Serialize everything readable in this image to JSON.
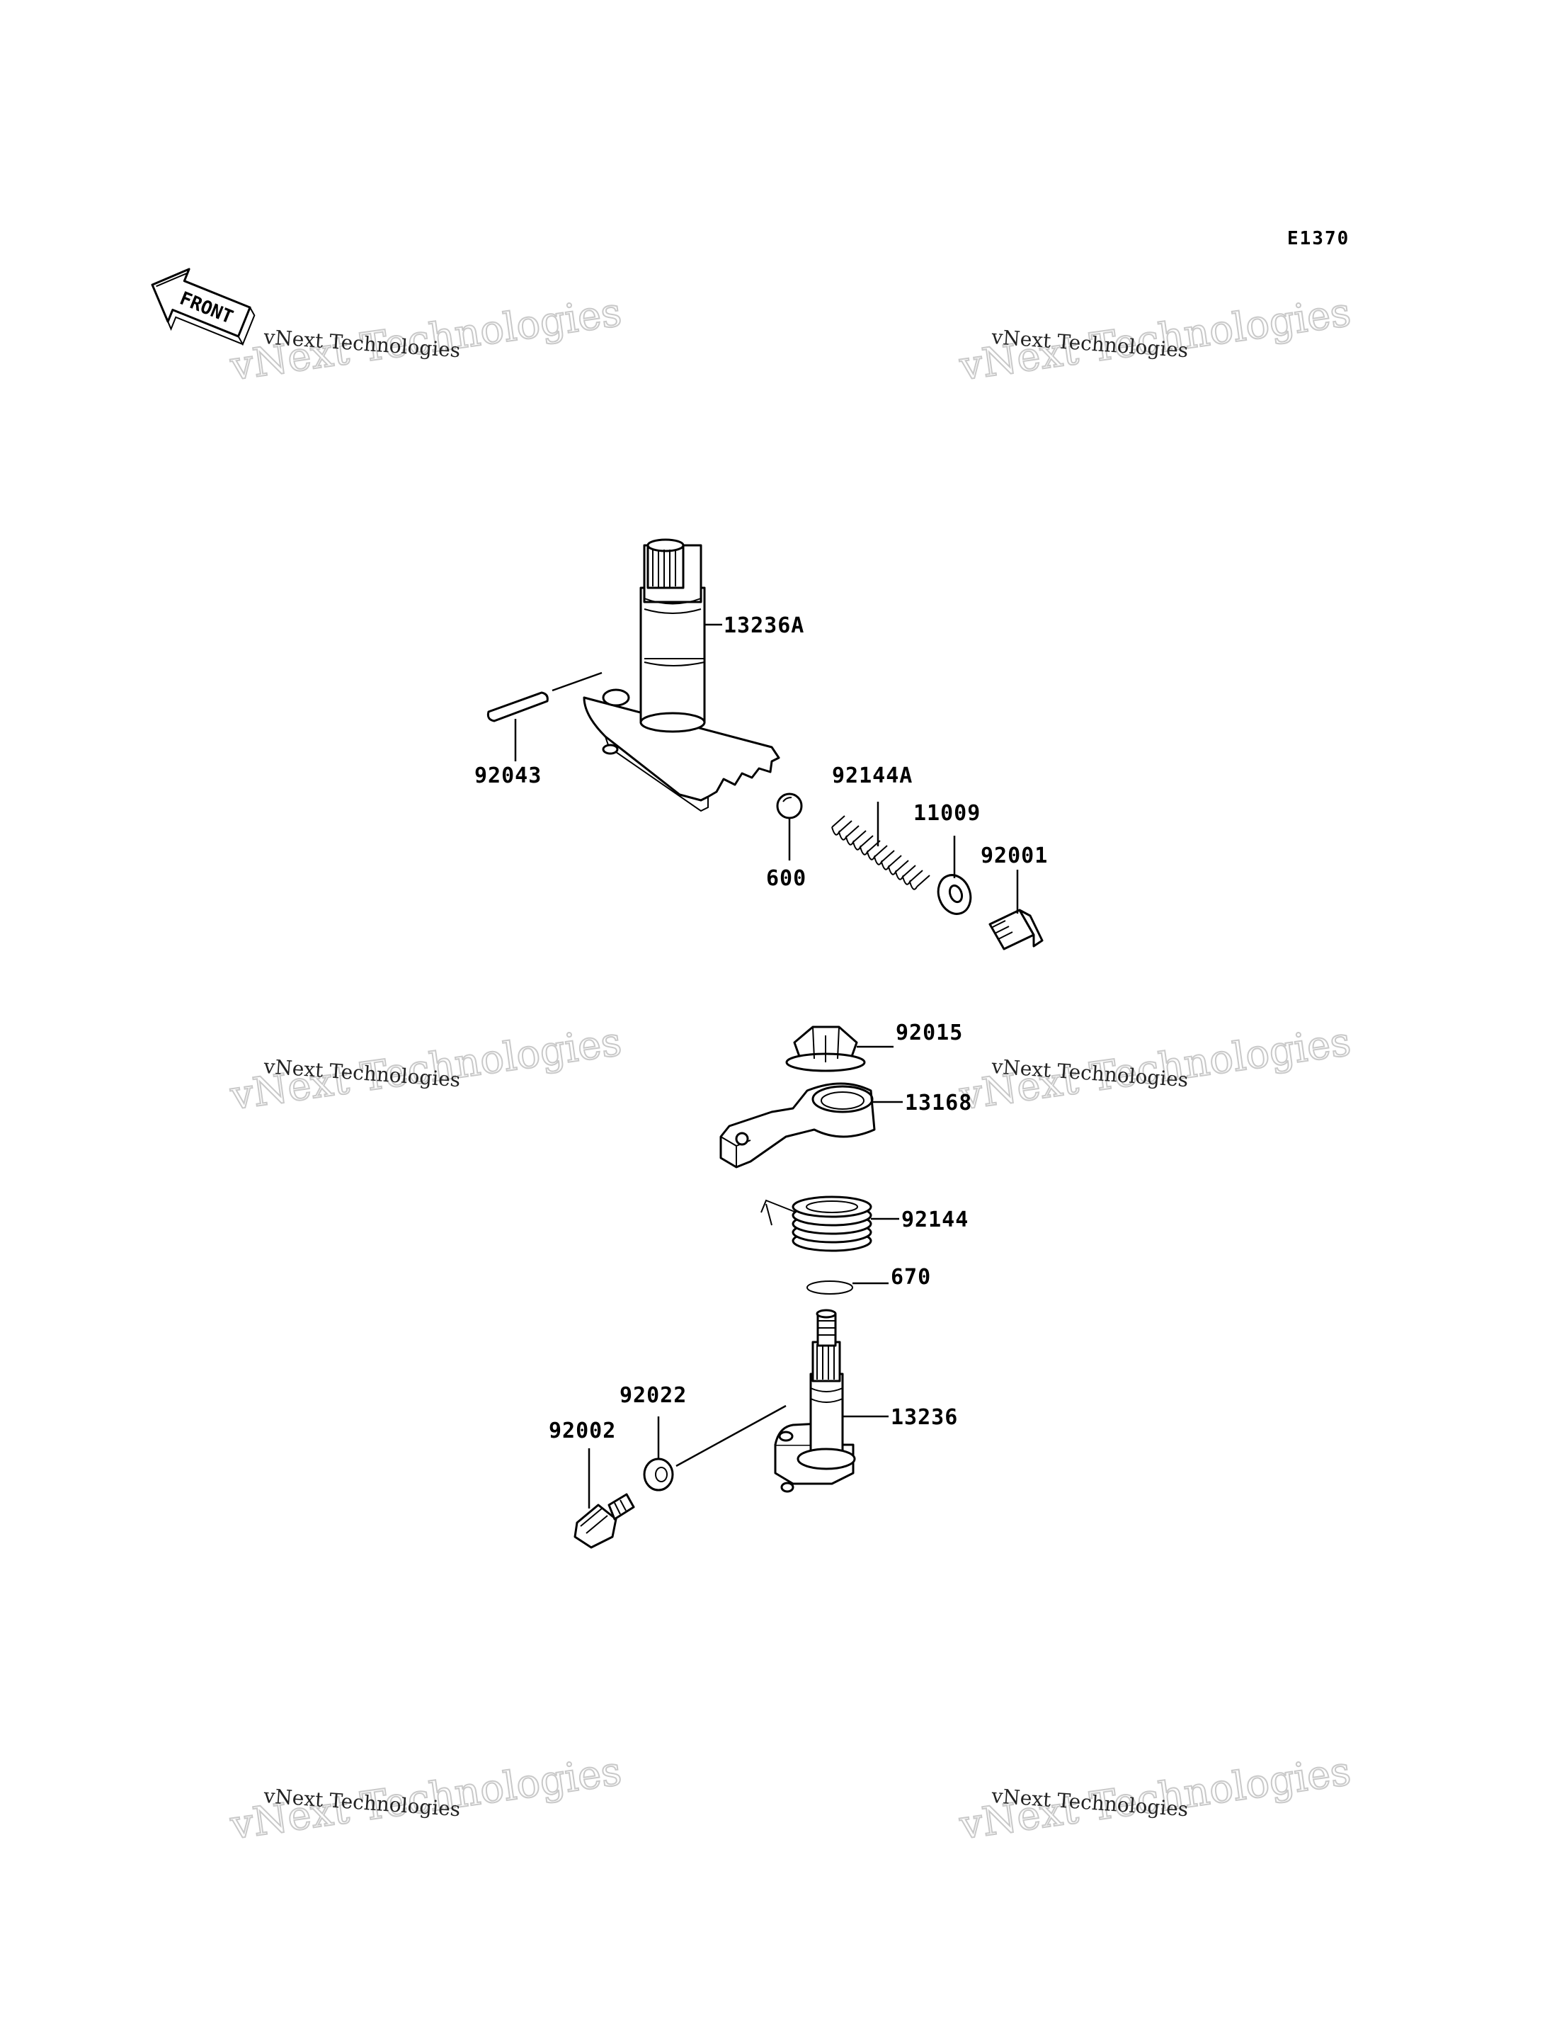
{
  "diagram_id": "E1370",
  "front_label": "FRONT",
  "watermark": {
    "line1": "vNext Technologies",
    "line2": "vNext Technologies"
  },
  "parts": [
    {
      "code": "13236A"
    },
    {
      "code": "92043"
    },
    {
      "code": "92144A"
    },
    {
      "code": "11009"
    },
    {
      "code": "92001"
    },
    {
      "code": "600"
    },
    {
      "code": "92015"
    },
    {
      "code": "13168"
    },
    {
      "code": "92144"
    },
    {
      "code": "670"
    },
    {
      "code": "13236"
    },
    {
      "code": "92022"
    },
    {
      "code": "92002"
    }
  ]
}
